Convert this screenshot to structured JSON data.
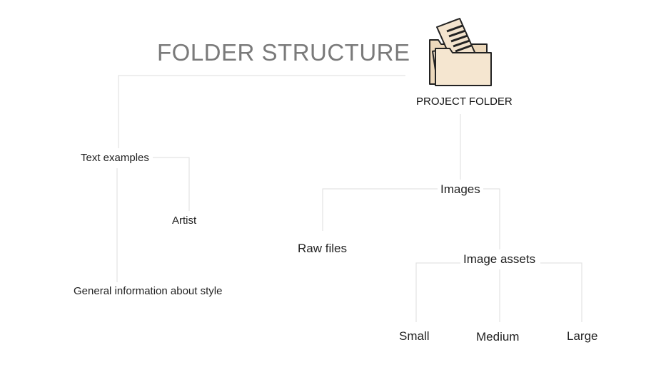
{
  "title": "FOLDER STRUCTURE",
  "root": {
    "label": "PROJECT FOLDER",
    "icon": "folder-with-documents-icon"
  },
  "nodes": {
    "text_examples": "Text examples",
    "artist": "Artist",
    "general_info": "General information about style",
    "images": "Images",
    "raw_files": "Raw files",
    "image_assets": "Image assets",
    "small": "Small",
    "medium": "Medium",
    "large": "Large"
  },
  "colors": {
    "title": "#7a7a7a",
    "lines": "#dddddd",
    "folder_fill": "#f5e6d0",
    "folder_stroke": "#222222"
  }
}
